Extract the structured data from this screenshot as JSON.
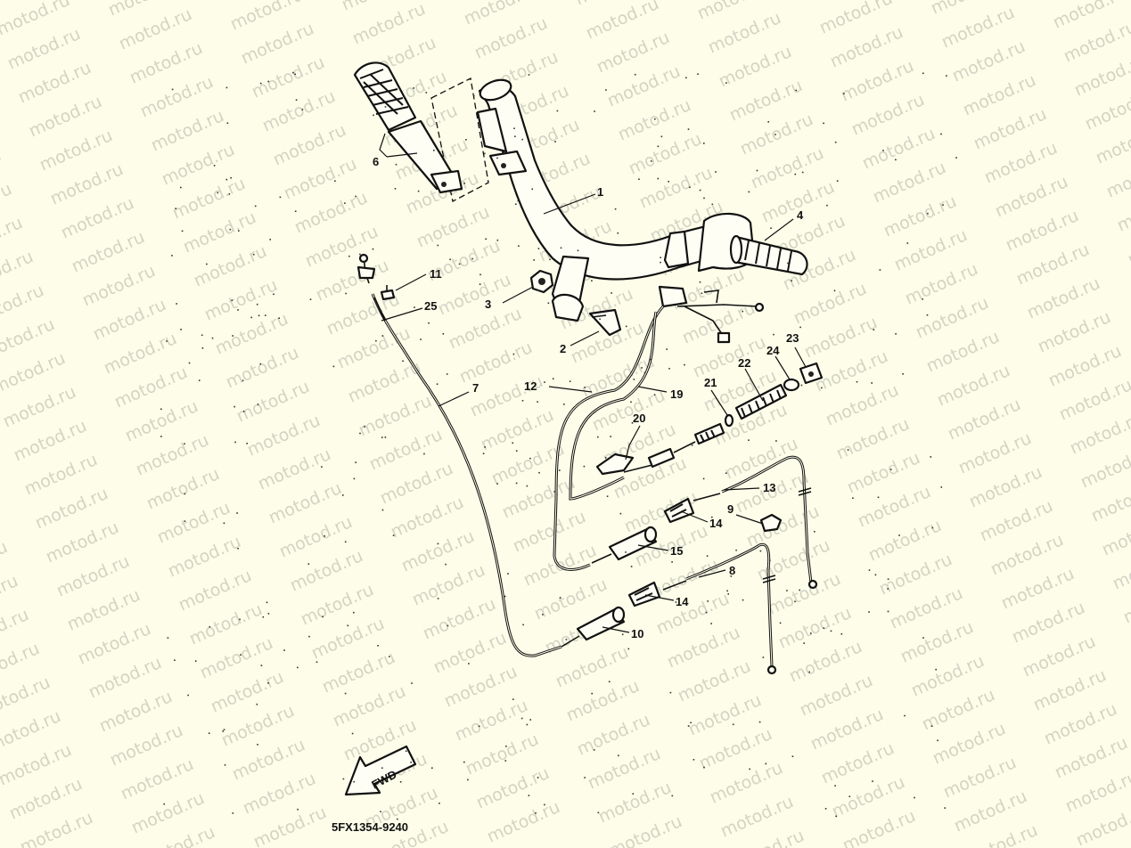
{
  "watermark": "motod.ru",
  "part_code": "5FX1354-9240",
  "fwd_label": "FWD",
  "callouts": {
    "c1": "1",
    "c2": "2",
    "c3": "3",
    "c4": "4",
    "c6": "6",
    "c7": "7",
    "c8": "8",
    "c9": "9",
    "c10": "10",
    "c11": "11",
    "c12": "12",
    "c13": "13",
    "c14a": "14",
    "c14b": "14",
    "c15": "15",
    "c19": "19",
    "c20": "20",
    "c21": "21",
    "c22": "22",
    "c23": "23",
    "c24": "24",
    "c25": "25"
  },
  "colors": {
    "background": "#fdfde9",
    "ink": "#111111",
    "watermark": "#d4d4c6"
  }
}
